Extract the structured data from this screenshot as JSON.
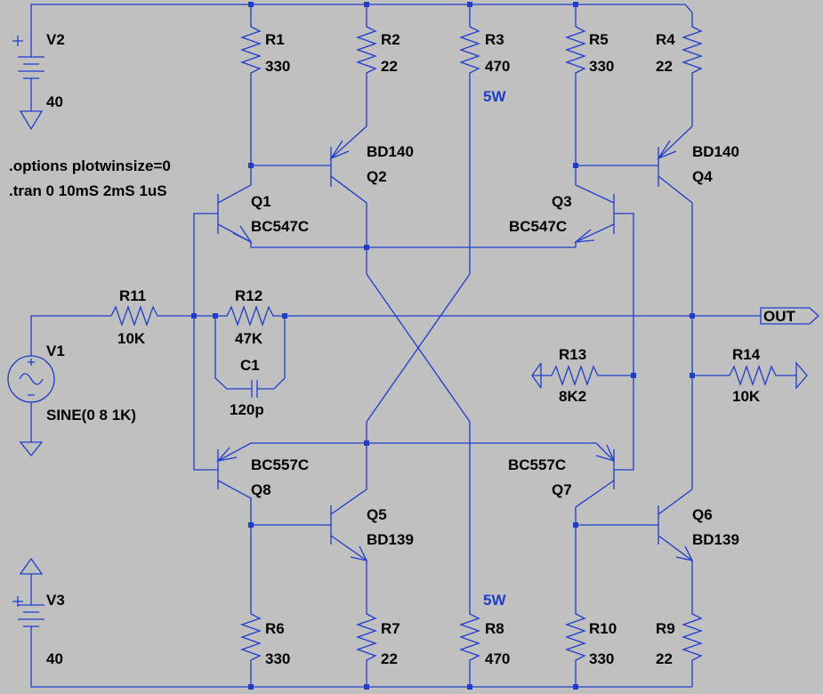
{
  "directives": {
    "line1": ".options plotwinsize=0",
    "line2": ".tran 0 10mS 2mS 1uS"
  },
  "sources": {
    "V1": {
      "name": "V1",
      "value": "SINE(0 8 1K)"
    },
    "V2": {
      "name": "V2",
      "value": "40"
    },
    "V3": {
      "name": "V3",
      "value": "40"
    }
  },
  "resistors": {
    "R1": {
      "name": "R1",
      "value": "330"
    },
    "R2": {
      "name": "R2",
      "value": "22"
    },
    "R3": {
      "name": "R3",
      "value": "470",
      "power": "5W"
    },
    "R4": {
      "name": "R4",
      "value": "22"
    },
    "R5": {
      "name": "R5",
      "value": "330"
    },
    "R6": {
      "name": "R6",
      "value": "330"
    },
    "R7": {
      "name": "R7",
      "value": "22"
    },
    "R8": {
      "name": "R8",
      "value": "470",
      "power": "5W"
    },
    "R9": {
      "name": "R9",
      "value": "22"
    },
    "R10": {
      "name": "R10",
      "value": "330"
    },
    "R11": {
      "name": "R11",
      "value": "10K"
    },
    "R12": {
      "name": "R12",
      "value": "47K"
    },
    "R13": {
      "name": "R13",
      "value": "8K2"
    },
    "R14": {
      "name": "R14",
      "value": "10K"
    }
  },
  "capacitors": {
    "C1": {
      "name": "C1",
      "value": "120p"
    }
  },
  "transistors": {
    "Q1": {
      "name": "Q1",
      "model": "BC547C"
    },
    "Q2": {
      "name": "Q2",
      "model": "BD140"
    },
    "Q3": {
      "name": "Q3",
      "model": "BC547C"
    },
    "Q4": {
      "name": "Q4",
      "model": "BD140"
    },
    "Q5": {
      "name": "Q5",
      "model": "BD139"
    },
    "Q6": {
      "name": "Q6",
      "model": "BD139"
    },
    "Q7": {
      "name": "Q7",
      "model": "BC557C"
    },
    "Q8": {
      "name": "Q8",
      "model": "BC557C"
    }
  },
  "nets": {
    "out": "OUT"
  },
  "colors": {
    "background": "#c0c0c0",
    "wire": "#1f3ccc",
    "text": "#000000"
  }
}
